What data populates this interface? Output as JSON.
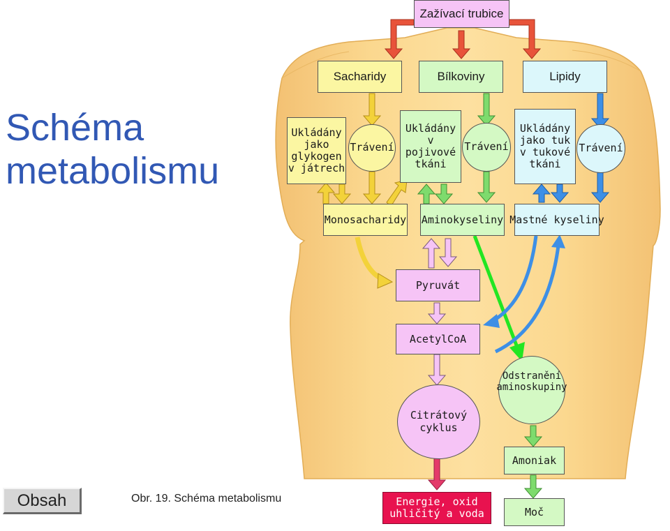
{
  "title": {
    "line1": "Schéma",
    "line2": "metabolismu"
  },
  "nodes": {
    "zazivaci_trubice": "Zažívací trubice",
    "sacharidy": "Sacharidy",
    "bilkoviny": "Bílkoviny",
    "lipidy": "Lipidy",
    "ukladany_glykogen": "Ukládány jako glykogen v játrech",
    "traveni_sacharidy": "Trávení",
    "ukladany_pojivove": "Ukládány v pojivové tkáni",
    "traveni_bilkoviny": "Trávení",
    "ukladany_tuk": "Ukládány jako tuk v tukové tkáni",
    "traveni_lipidy": "Trávení",
    "monosacharidy": "Monosacharidy",
    "aminokyseliny": "Aminokyseliny",
    "mastne_kyseliny": "Mastné kyseliny",
    "pyruvat": "Pyruvát",
    "acetylcoa": "AcetylCoA",
    "citratovy_cyklus": "Citrátový cyklus",
    "odstraneni_aminoskupiny": "Odstranění aminoskupiny",
    "amoniak": "Amoniak",
    "energie": "Energie, oxid uhličitý a voda",
    "moc": "Moč"
  },
  "obsah_button": "Obsah",
  "caption": "Obr. 19. Schéma metabolismu",
  "colors": {
    "torso": "#fbd58c",
    "torso_edge": "#e7b760",
    "pink_box": "#f6c4f6",
    "yellow_box": "#fbf6a2",
    "green_box": "#d4f9c4",
    "blue_box": "#dcf7fb",
    "red_arrow": "#e8533a",
    "yellow_arrow": "#f3d23a",
    "green_arrow": "#7edb6d",
    "bright_green_arrow": "#22e622",
    "blue_arrow": "#3d8fe6",
    "magenta_arrow": "#e43a6a",
    "title": "#3158b4"
  }
}
